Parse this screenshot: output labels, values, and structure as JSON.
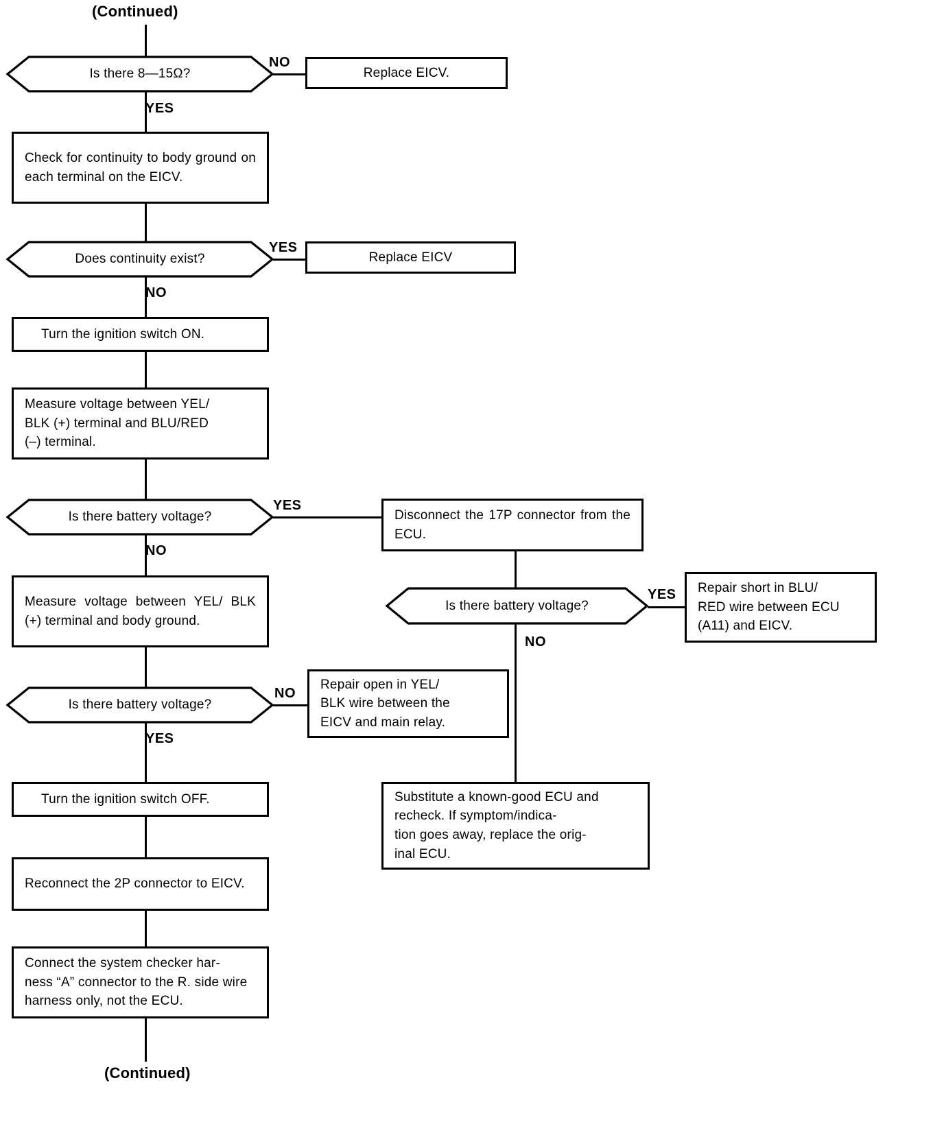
{
  "page": {
    "top_marker": "(Continued)",
    "bottom_marker": "(Continued)",
    "ink_color": "#000000",
    "background_color": "#ffffff"
  },
  "flowchart": {
    "type": "flowchart",
    "title": "EICV troubleshooting flowchart (continued)",
    "nodes": {
      "d1": {
        "kind": "decision",
        "text": "Is there 8—15Ω?"
      },
      "a1": {
        "kind": "process",
        "text": "Replace EICV."
      },
      "p1": {
        "kind": "process",
        "text": "Check for continuity to body ground on each terminal on the EICV."
      },
      "d2": {
        "kind": "decision",
        "text": "Does continuity exist?"
      },
      "a2": {
        "kind": "process",
        "text": "Replace EICV"
      },
      "p2": {
        "kind": "process",
        "text": "Turn the ignition switch ON."
      },
      "p3": {
        "kind": "process",
        "text": "Measure voltage between YEL/\nBLK (+) terminal and BLU/RED\n(–) terminal."
      },
      "d3": {
        "kind": "decision",
        "text": "Is there battery voltage?"
      },
      "r1": {
        "kind": "process",
        "text": "Disconnect the 17P connector from the ECU."
      },
      "d4": {
        "kind": "decision",
        "text": "Is there battery voltage?"
      },
      "r2": {
        "kind": "process",
        "text": "Repair short in BLU/\nRED wire between ECU\n(A11) and EICV."
      },
      "r3": {
        "kind": "process",
        "text": "Substitute a known-good ECU and recheck. If symptom/indica-\ntion goes away, replace the orig-\ninal ECU."
      },
      "p4": {
        "kind": "process",
        "text": "Measure voltage between YEL/ BLK (+) terminal and body ground."
      },
      "d5": {
        "kind": "decision",
        "text": "Is there battery voltage?"
      },
      "a3": {
        "kind": "process",
        "text": "Repair open in YEL/\nBLK wire between the\nEICV and main relay."
      },
      "p5": {
        "kind": "process",
        "text": "Turn the ignition switch OFF."
      },
      "p6": {
        "kind": "process",
        "text": "Reconnect the 2P connector to EICV."
      },
      "p7": {
        "kind": "process",
        "text": "Connect the system checker har-\nness “A” connector to the R. side wire harness only, not the ECU."
      }
    },
    "branch_labels": {
      "d1_no": "NO",
      "d1_yes": "YES",
      "d2_yes": "YES",
      "d2_no": "NO",
      "d3_yes": "YES",
      "d3_no": "NO",
      "d4_yes": "YES",
      "d4_no": "NO",
      "d5_no": "NO",
      "d5_yes": "YES"
    }
  }
}
